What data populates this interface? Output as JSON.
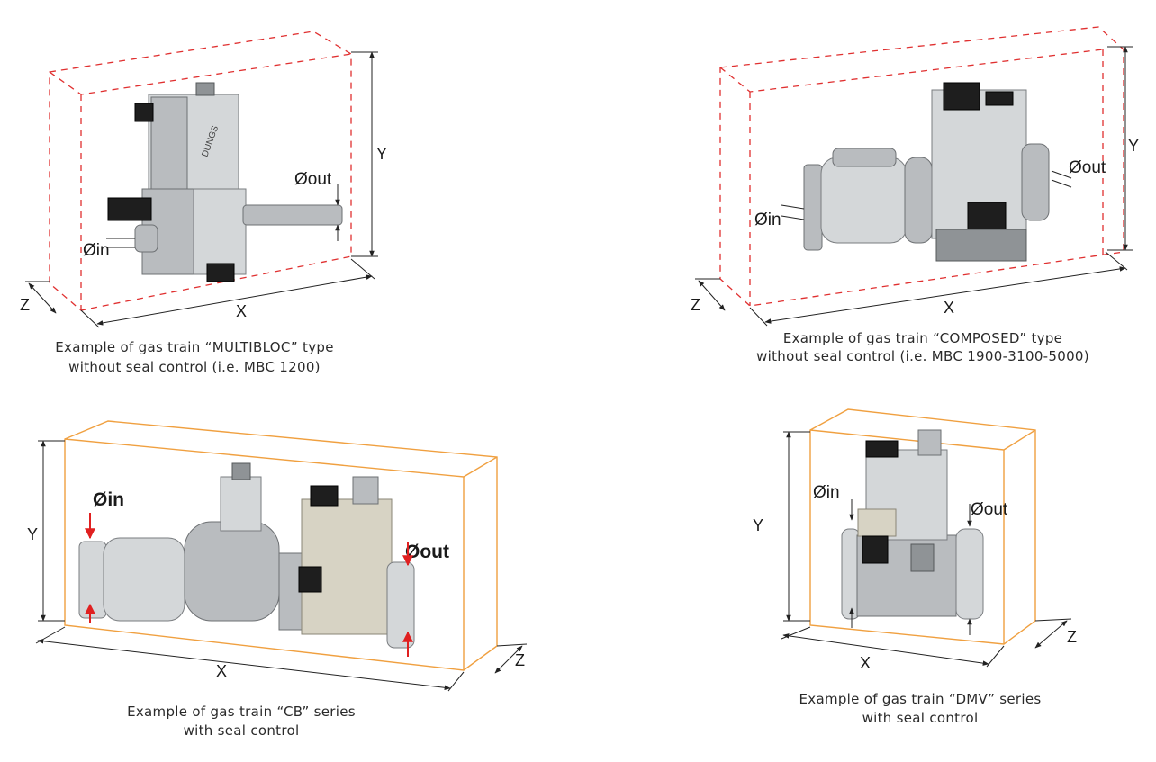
{
  "panels": {
    "multibloc": {
      "caption_line1": "Example of gas train “MULTIBLOC” type",
      "caption_line2": "without seal control (i.e. MBC 1200)",
      "label_x": "X",
      "label_y": "Y",
      "label_z": "Z",
      "label_in": "Øin",
      "label_out": "Øout",
      "brand_text": "DUNGS"
    },
    "composed": {
      "caption_line1": "Example of gas train “COMPOSED” type",
      "caption_line2": "without seal control (i.e. MBC 1900-3100-5000)",
      "label_x": "X",
      "label_y": "Y",
      "label_z": "Z",
      "label_in": "Øin",
      "label_out": "Øout"
    },
    "cb": {
      "caption_line1": "Example of gas train “CB” series",
      "caption_line2": "with seal control",
      "label_x": "X",
      "label_y": "Y",
      "label_z": "Z",
      "label_in": "Øin",
      "label_out": "Øout"
    },
    "dmv": {
      "caption_line1": "Example of gas train “DMV” series",
      "caption_line2": "with seal control",
      "label_x": "X",
      "label_y": "Y",
      "label_z": "Z",
      "label_in": "Øin",
      "label_out": "Øout"
    }
  },
  "colors": {
    "dashed_box": "#e03030",
    "solid_box": "#f0a040",
    "arrow_red": "#e02020",
    "line_dark": "#222222"
  }
}
